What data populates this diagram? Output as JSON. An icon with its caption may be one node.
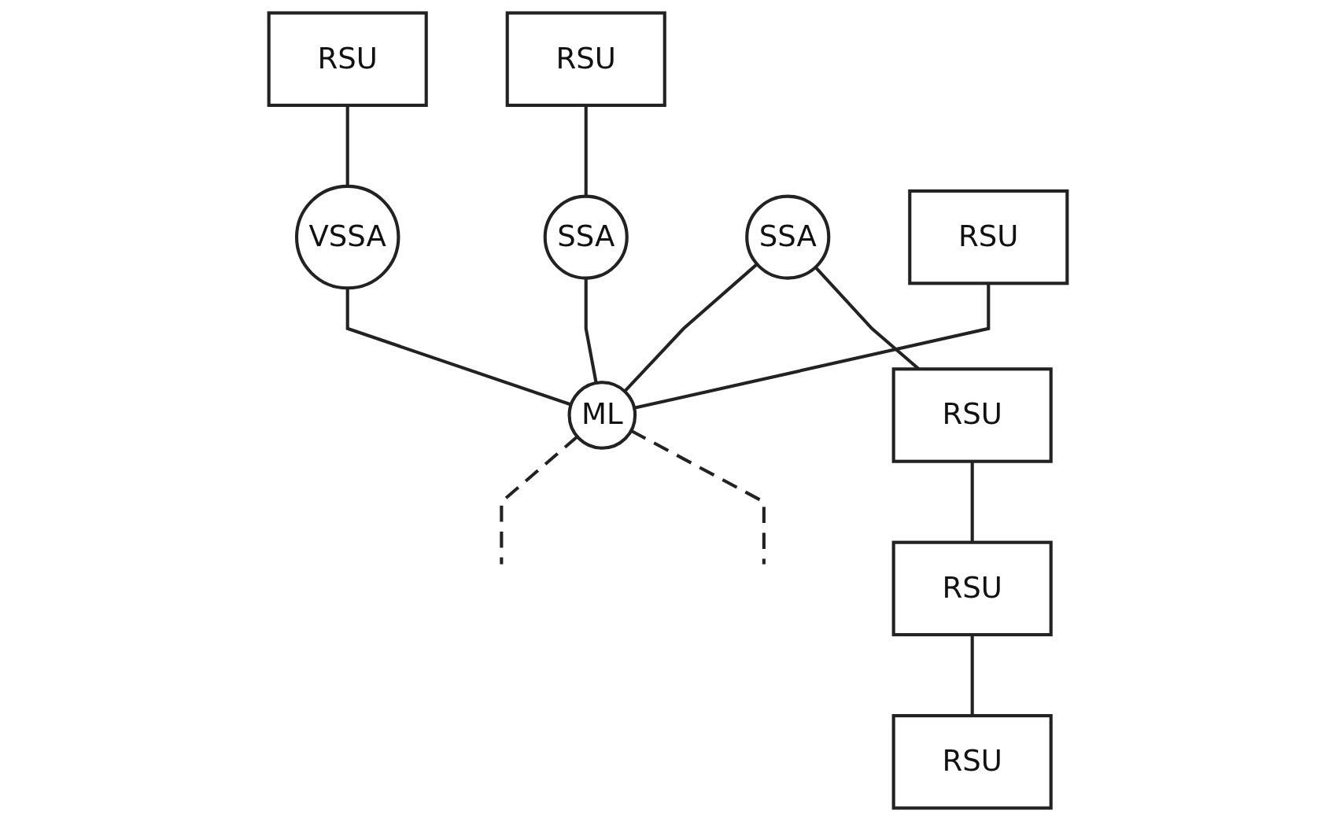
{
  "diagram": {
    "nodes": [
      {
        "text": [
          "RSU"
        ]
      },
      {
        "text": [
          "VSSA"
        ]
      },
      {
        "text": [
          "RSU"
        ]
      },
      {
        "text": [
          "SSA"
        ]
      },
      {
        "text": [
          "SSA"
        ]
      },
      {
        "text": [
          "RSU"
        ]
      },
      {
        "text": [
          "RSU"
        ]
      },
      {
        "text": [
          "RSU"
        ]
      },
      {
        "text": [
          "ML"
        ]
      },
      {
        "text": [
          "RSU"
        ]
      }
    ],
    "edges": [
      {
        "from": 0,
        "to": 1,
        "arrow": "none"
      },
      {
        "from": 1,
        "to": 8,
        "arrow": "none"
      },
      {
        "from": 2,
        "to": 3,
        "arrow": "none"
      },
      {
        "from": 3,
        "to": 8,
        "arrow": "none"
      },
      {
        "from": 4,
        "to": 8,
        "arrow": "none"
      },
      {
        "from": 4,
        "to": 5,
        "arrow": "none"
      },
      {
        "from": 5,
        "to": 6,
        "arrow": "none"
      },
      {
        "from": 6,
        "to": 9,
        "arrow": "none"
      },
      {
        "from": 7,
        "to": 8,
        "arrow": "none"
      },
      {
        "from": 8,
        "to": null,
        "arrow": "none",
        "style": "dashed"
      },
      {
        "from": 8,
        "to": null,
        "arrow": "none",
        "style": "dashed"
      }
    ]
  }
}
